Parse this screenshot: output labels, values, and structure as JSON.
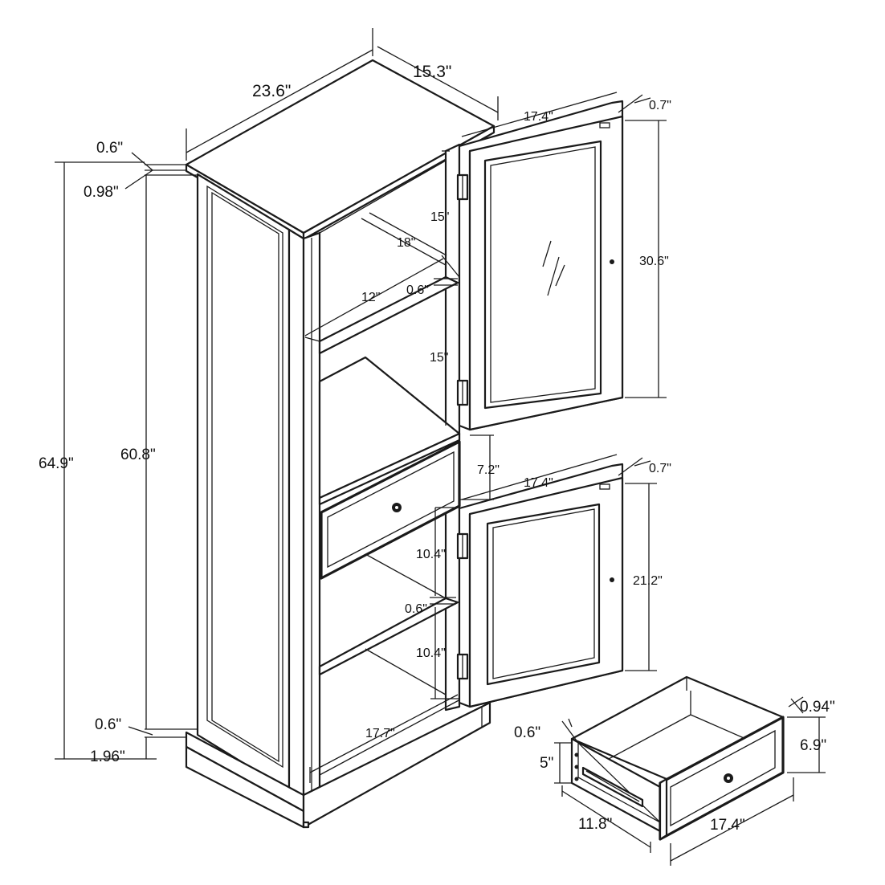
{
  "labels": {
    "top_width": "23.6\"",
    "top_depth": "15.3\"",
    "top_thickness": "0.6\"",
    "top_overhang": "0.98\"",
    "total_height": "64.9\"",
    "body_height": "60.8\"",
    "base_gap": "0.6\"",
    "base_height": "1.96\"",
    "shelf_upper_space": "15\"",
    "shelf_depth": "18\"",
    "shelf_width": "12\"",
    "shelf_thickness_upper": "0.6\"",
    "shelf_middle_space": "15\"",
    "drawer_opening": "7.2\"",
    "lower_space_top": "10.4\"",
    "shelf_thickness_lower": "0.6\"",
    "lower_space_bottom": "10.4\"",
    "interior_width": "17.7\"",
    "upper_door_width": "17.4\"",
    "upper_door_thickness": "0.7\"",
    "upper_door_height": "30.6\"",
    "lower_door_width": "17.4\"",
    "lower_door_thickness": "0.7\"",
    "lower_door_height": "21.2\"",
    "drawer_front_thickness": "0.94\"",
    "drawer_height": "6.9\"",
    "drawer_side_thickness": "0.6\"",
    "drawer_inner_height": "5\"",
    "drawer_depth": "11.8\"",
    "drawer_width": "17.4\""
  },
  "icons": {
    "knob": "round-knob-icon",
    "hinge": "hinge-icon",
    "glass": "glass-reflection-icon"
  }
}
